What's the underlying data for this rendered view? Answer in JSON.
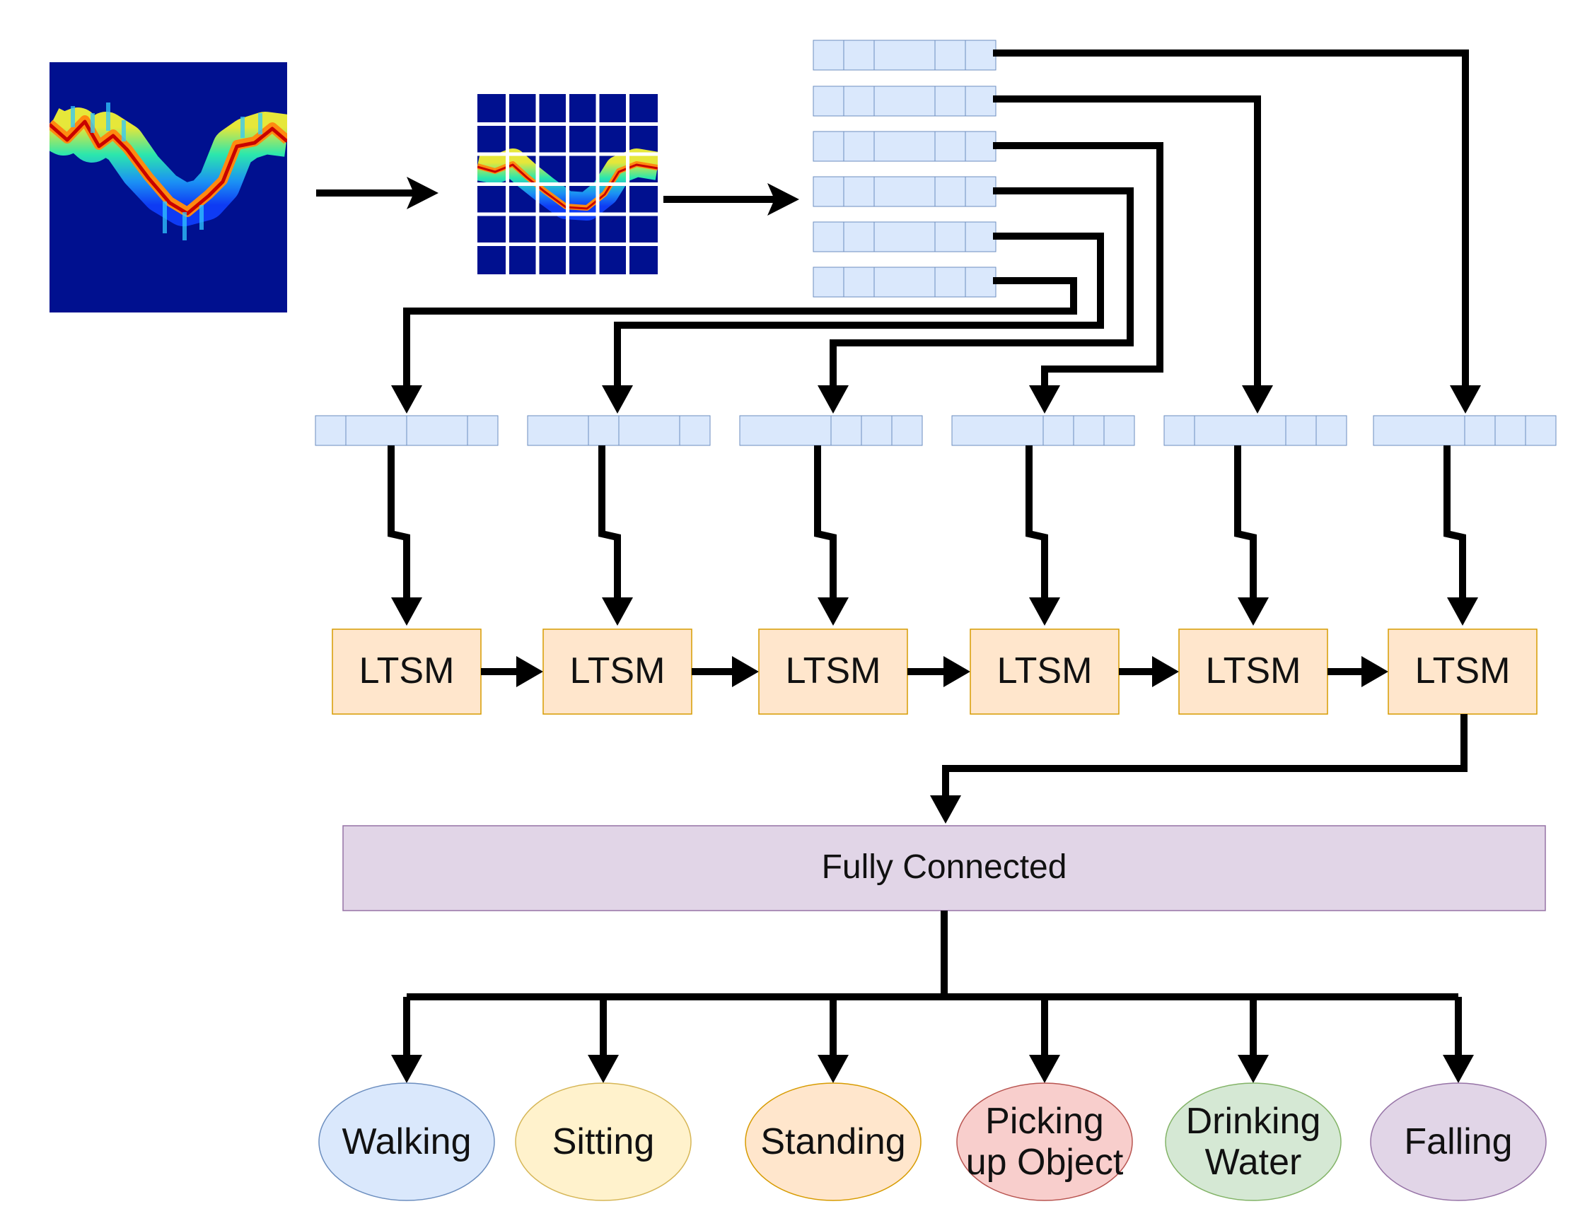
{
  "lstm": {
    "labels": [
      "LTSM",
      "LTSM",
      "LTSM",
      "LTSM",
      "LTSM",
      "LTSM"
    ],
    "fill": "#ffe6cc",
    "stroke": "#d79b00"
  },
  "fully_connected": {
    "label": "Fully Connected",
    "fill": "#e1d5e7",
    "stroke": "#9673a6"
  },
  "outputs": [
    {
      "lines": [
        "Walking"
      ],
      "fill": "#dae8fc",
      "stroke": "#6c8ebf"
    },
    {
      "lines": [
        "Sitting"
      ],
      "fill": "#fff2cc",
      "stroke": "#d6b656"
    },
    {
      "lines": [
        "Standing"
      ],
      "fill": "#ffe6cc",
      "stroke": "#d79b00"
    },
    {
      "lines": [
        "Picking",
        "up Object"
      ],
      "fill": "#f8cecc",
      "stroke": "#b85450"
    },
    {
      "lines": [
        "Drinking",
        "Water"
      ],
      "fill": "#d5e8d4",
      "stroke": "#82b366"
    },
    {
      "lines": [
        "Falling"
      ],
      "fill": "#e1d5e7",
      "stroke": "#9673a6"
    }
  ],
  "vector_cell": {
    "fill": "#dae8fc",
    "stroke": "#6c8ebf"
  },
  "spectrogram": {
    "background": "#00108f",
    "grid_rows": 6,
    "grid_cols": 6
  }
}
